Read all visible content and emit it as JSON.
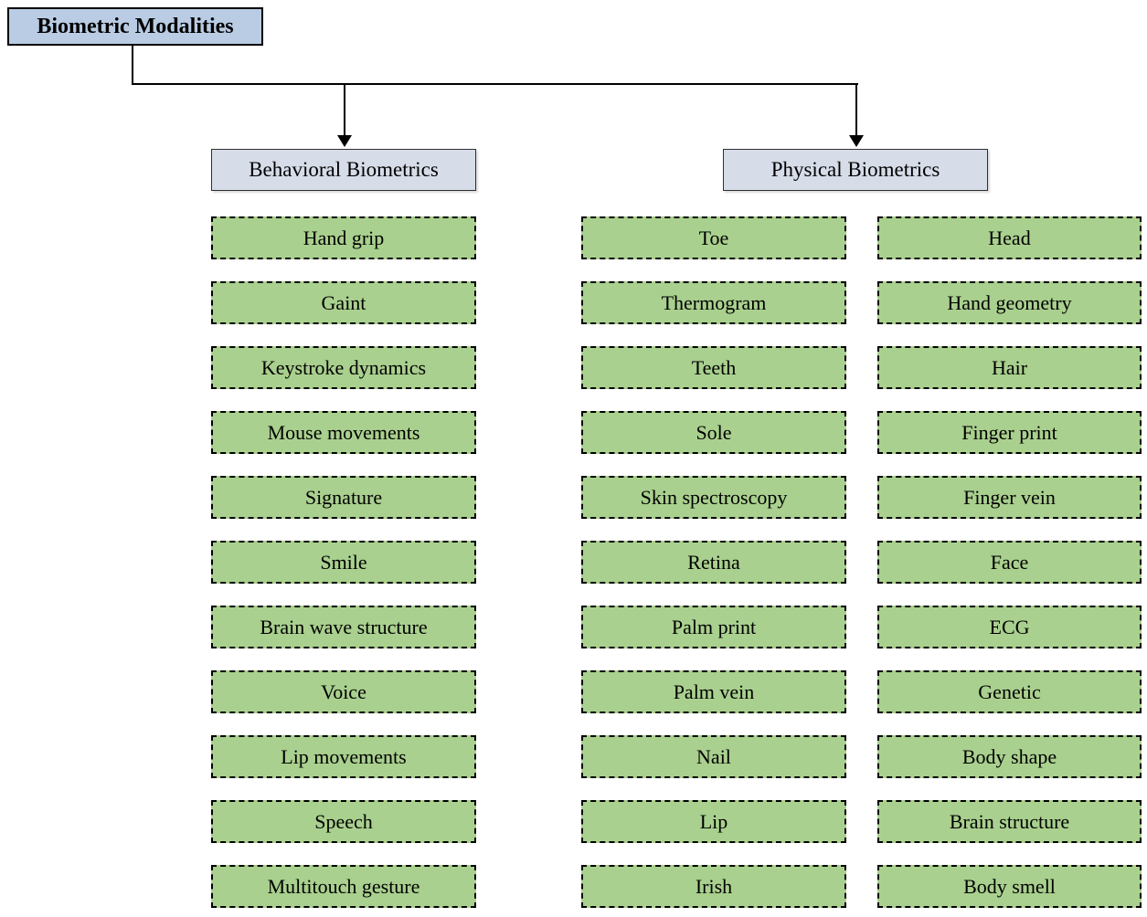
{
  "root": {
    "label": "Biometric Modalities"
  },
  "branches": {
    "behavioral": {
      "label": "Behavioral Biometrics",
      "items": [
        "Hand grip",
        "Gaint",
        "Keystroke dynamics",
        "Mouse movements",
        "Signature",
        "Smile",
        "Brain wave structure",
        "Voice",
        "Lip movements",
        "Speech",
        "Multitouch gesture"
      ]
    },
    "physical": {
      "label": "Physical Biometrics",
      "items_col1": [
        "Toe",
        "Thermogram",
        "Teeth",
        "Sole",
        "Skin spectroscopy",
        "Retina",
        "Palm print",
        "Palm vein",
        "Nail",
        "Lip",
        "Irish"
      ],
      "items_col2": [
        "Head",
        "Hand geometry",
        "Hair",
        "Finger print",
        "Finger vein",
        "Face",
        "ECG",
        "Genetic",
        "Body shape",
        "Brain structure",
        "Body smell"
      ]
    }
  },
  "colors": {
    "root_fill": "#b9cce4",
    "header_fill": "#d6dce8",
    "item_fill": "#a9d08e",
    "line": "#000000"
  }
}
